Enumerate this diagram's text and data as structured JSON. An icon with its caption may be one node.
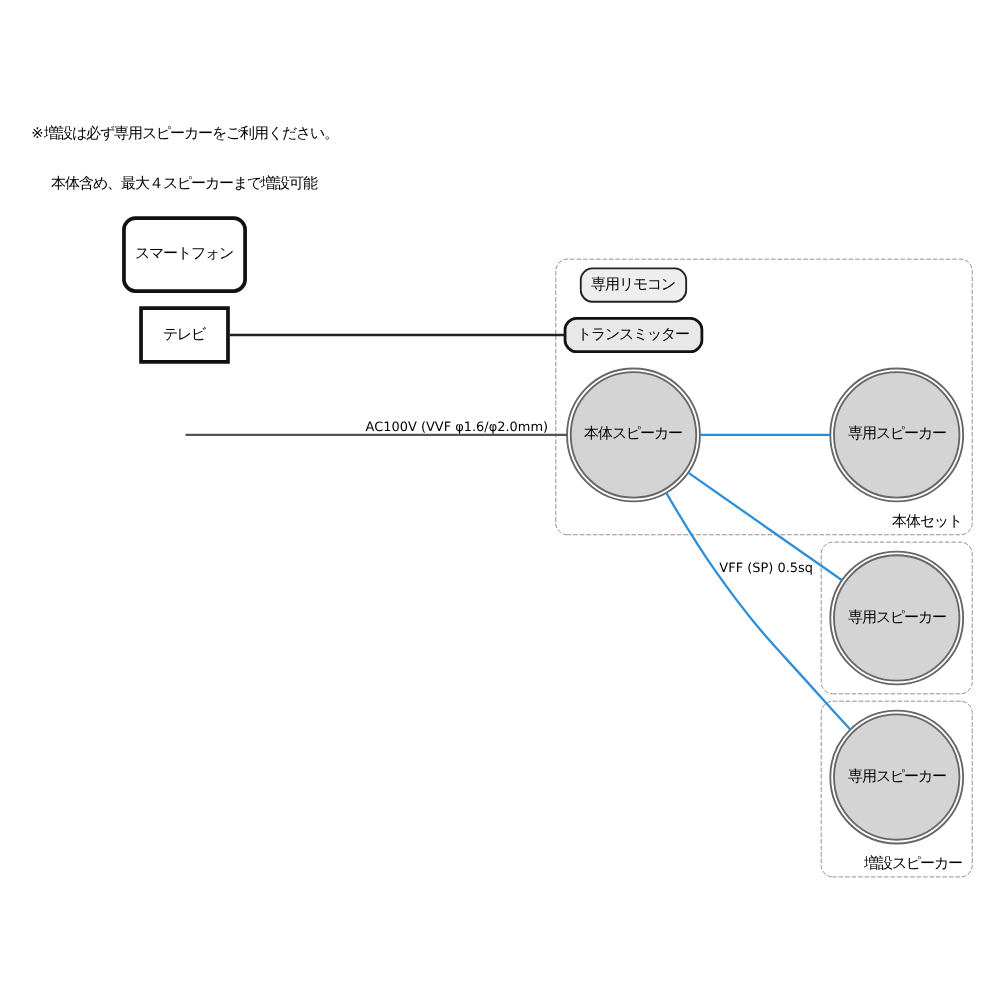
{
  "diagram": {
    "nodes": [
      {
        "text": [
          "テレビ"
        ]
      },
      {
        "text": [
          "本体セット"
        ]
      },
      {
        "text": [
          "専用リモコン"
        ],
        "in": 1
      },
      {
        "text": [
          "トランスミッター"
        ],
        "in": 1
      },
      {
        "text": [
          "本体スピーカー"
        ],
        "in": 1
      },
      {
        "text": [
          "専用スピーカー"
        ],
        "in": 1
      },
      {
        "text": [],
        "shape": "box"
      },
      {
        "text": [
          "専用スピーカー"
        ],
        "in": 6
      },
      {
        "text": [
          "増設スピーカー"
        ]
      },
      {
        "text": [
          "専用スピーカー"
        ],
        "in": 8
      },
      {
        "text": [
          "スマートフォン"
        ]
      }
    ],
    "edges": [
      {
        "from": 0,
        "to": 3,
        "arrow": "none",
        "color": "#222222"
      },
      {
        "from": null,
        "to": 4,
        "arrow": "none",
        "label": "AC100V (VVF φ1.6/φ2.0mm)",
        "color": "#555555"
      },
      {
        "from": 4,
        "to": 5,
        "arrow": "none"
      },
      {
        "from": 4,
        "to": 7,
        "arrow": "none"
      },
      {
        "from": 4,
        "to": 9,
        "arrow": "none",
        "label": "VFF (SP) 0.5sq"
      }
    ],
    "labels": [
      "本体含め、最大４スピーカーまで増設可能",
      "※増設は必ず専用スピーカーをご利用ください。"
    ]
  }
}
